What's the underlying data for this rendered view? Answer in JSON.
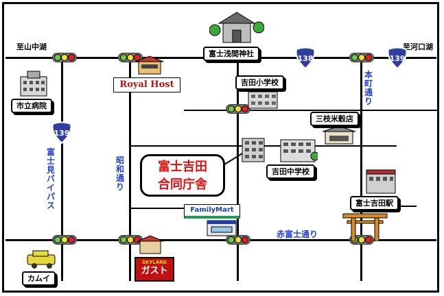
{
  "map": {
    "destination_left": "至山中湖",
    "destination_right": "至河口湖",
    "main_building_line1": "富士吉田",
    "main_building_line2": "合同庁舎",
    "route_shields": [
      "138",
      "139",
      "139"
    ],
    "roads": {
      "fujimi_bypass": "富士見バイパス",
      "showa_dori": "昭和通り",
      "honcho_dori": "本町通り",
      "akafuji_dori": "赤富士通り"
    },
    "landmarks": {
      "shrine": "富士浅間神社",
      "hospital": "市立病院",
      "elementary_school": "吉田小学校",
      "middle_school": "吉田中学校",
      "rice_shop": "三枝米穀店",
      "station": "富士吉田駅",
      "kamui": "カムイ"
    },
    "brands": {
      "royal_host": "Royal Host",
      "family_mart": "FamilyMart",
      "skylark": "SKYLARK",
      "gusto": "ガスト"
    },
    "colors": {
      "road_name_blue": "#1f3fcf",
      "main_text_red": "#e01010",
      "signal_green": "#6ccf3a",
      "signal_yellow": "#f2e22a",
      "signal_red": "#e52222",
      "shield_blue": "#2f3f9f"
    }
  }
}
